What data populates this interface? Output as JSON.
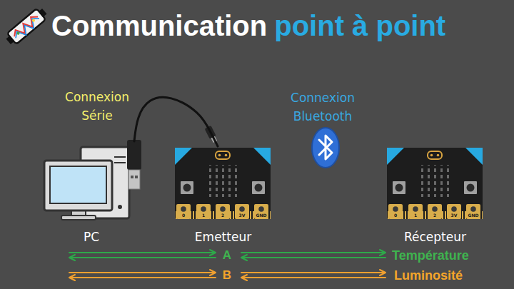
{
  "diagram": {
    "title": "Communication",
    "nodes": [
      {
        "text": [
          "PC"
        ]
      },
      {
        "text": [
          "Emetteur"
        ]
      },
      {
        "text": [
          "Récepteur"
        ]
      }
    ],
    "edges": [
      {
        "from": 0,
        "to": 1,
        "arrow": "none"
      }
    ],
    "labels": [
      "point à point",
      "Connexion Série",
      "Connexion Bluetooth",
      "0",
      "1",
      "2",
      "3V",
      "GND",
      "0",
      "1",
      "2",
      "3V",
      "GND",
      "A",
      "Température",
      "B",
      "Luminosité"
    ]
  }
}
